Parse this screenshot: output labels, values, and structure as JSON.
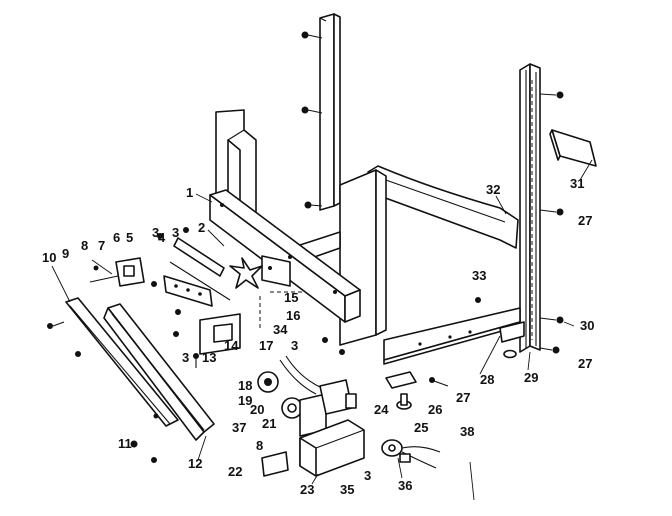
{
  "colors": {
    "ink": "#111111",
    "paper": "#ffffff"
  },
  "callouts": [
    {
      "id": "c1",
      "text": "1"
    },
    {
      "id": "c2",
      "text": "2"
    },
    {
      "id": "c3a",
      "text": "3"
    },
    {
      "id": "c3b",
      "text": "3"
    },
    {
      "id": "c3c",
      "text": "3"
    },
    {
      "id": "c3d",
      "text": "3"
    },
    {
      "id": "c3e",
      "text": "3"
    },
    {
      "id": "c4",
      "text": "4"
    },
    {
      "id": "c5",
      "text": "5"
    },
    {
      "id": "c6",
      "text": "6"
    },
    {
      "id": "c7",
      "text": "7"
    },
    {
      "id": "c8a",
      "text": "8"
    },
    {
      "id": "c8b",
      "text": "8"
    },
    {
      "id": "c9",
      "text": "9"
    },
    {
      "id": "c10",
      "text": "10"
    },
    {
      "id": "c11",
      "text": "11"
    },
    {
      "id": "c12",
      "text": "12"
    },
    {
      "id": "c13",
      "text": "13"
    },
    {
      "id": "c14",
      "text": "14"
    },
    {
      "id": "c15",
      "text": "15"
    },
    {
      "id": "c16",
      "text": "16"
    },
    {
      "id": "c17",
      "text": "17"
    },
    {
      "id": "c18",
      "text": "18"
    },
    {
      "id": "c19",
      "text": "19"
    },
    {
      "id": "c20",
      "text": "20"
    },
    {
      "id": "c21",
      "text": "21"
    },
    {
      "id": "c22",
      "text": "22"
    },
    {
      "id": "c23",
      "text": "23"
    },
    {
      "id": "c24",
      "text": "24"
    },
    {
      "id": "c25",
      "text": "25"
    },
    {
      "id": "c26",
      "text": "26"
    },
    {
      "id": "c27a",
      "text": "27"
    },
    {
      "id": "c27b",
      "text": "27"
    },
    {
      "id": "c27c",
      "text": "27"
    },
    {
      "id": "c28",
      "text": "28"
    },
    {
      "id": "c29",
      "text": "29"
    },
    {
      "id": "c30",
      "text": "30"
    },
    {
      "id": "c31",
      "text": "31"
    },
    {
      "id": "c32",
      "text": "32"
    },
    {
      "id": "c33",
      "text": "33"
    },
    {
      "id": "c34",
      "text": "34"
    },
    {
      "id": "c35",
      "text": "35"
    },
    {
      "id": "c36",
      "text": "36"
    },
    {
      "id": "c37",
      "text": "37"
    },
    {
      "id": "c38",
      "text": "38"
    }
  ]
}
